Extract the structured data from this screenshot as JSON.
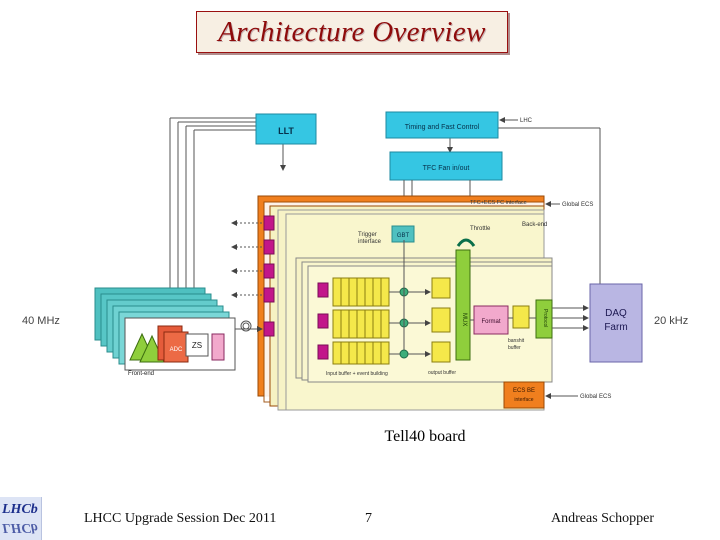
{
  "title": "Architecture Overview",
  "diagram": {
    "llt": "LLT",
    "timing": "Timing and Fast Control",
    "lhc": "LHC",
    "tfc_fan": "TFC Fan in/out",
    "tfc_ecs_fc": "TFC+ECS FC interface",
    "global_ecs_top": "Global ECS",
    "trigger_interface_1": "Trigger",
    "trigger_interface_2": "interface",
    "gbt": "GBT",
    "throttle": "Throttle",
    "back_end": "Back-end",
    "rate_in": "40 MHz",
    "rate_out": "20 kHz",
    "mux": "MUX",
    "format": "Format",
    "protocol": "Protocol",
    "banshit_1": "banshit",
    "banshit_2": "buffer",
    "input_buffer": "Input buffer + event building",
    "output_buffer": "output buffer",
    "daq_1": "DAQ",
    "daq_2": "Farm",
    "ecs_be_1": "ECS BE",
    "ecs_be_2": "interface",
    "global_ecs_bottom": "Global ECS",
    "front_end": "Front-end",
    "adc": "ADC",
    "zs": "ZS"
  },
  "caption": "Tell40 board",
  "footer": {
    "session": "LHCC Upgrade Session Dec 2011",
    "page": "7",
    "author": "Andreas Schopper"
  },
  "logo": {
    "top": "LHCb",
    "bottom": "LHCb"
  },
  "colors": {
    "title": "#8e0b0b",
    "cyan": "#35c6e3",
    "orange": "#f07f1e",
    "yellow": "#f5f18a",
    "pink": "#f2a9cc",
    "green": "#8fce3c",
    "lavender": "#b9b6e3",
    "teal": "#4fc0c0",
    "magenta": "#c2168a"
  }
}
